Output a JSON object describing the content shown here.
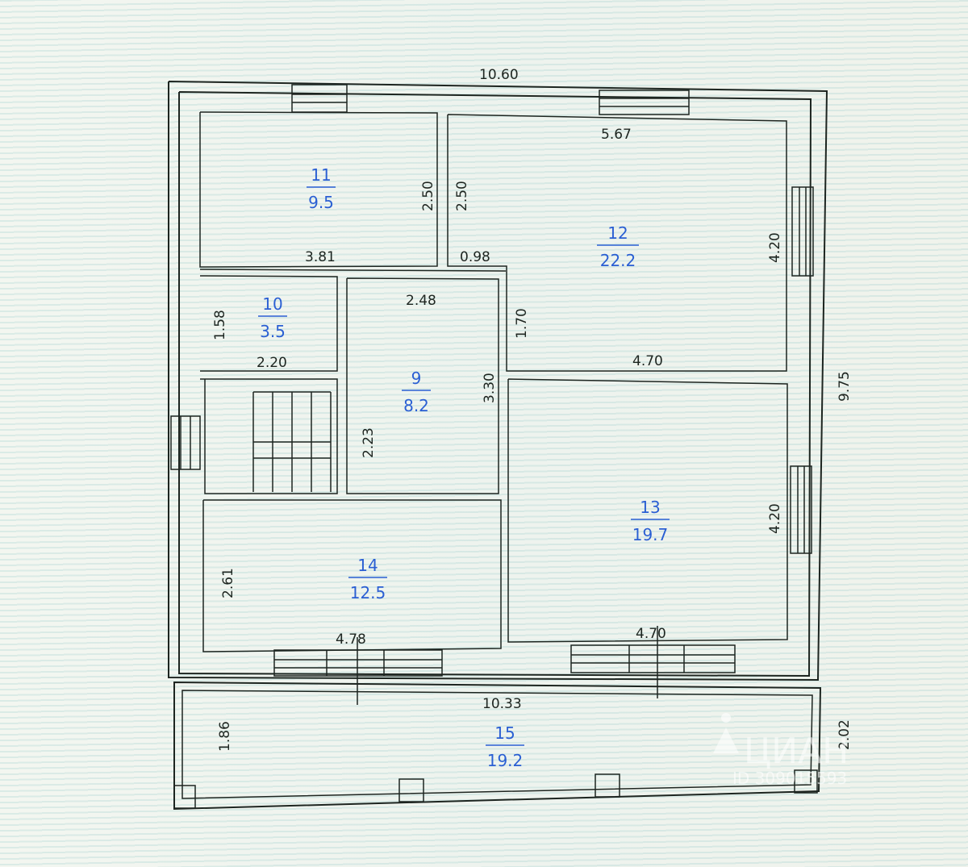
{
  "dimensions": {
    "outer_top": "10.60",
    "room12_top": "5.67",
    "room11_right_height": "2.50",
    "room12_left_height": "2.50",
    "room11_bottom": "3.81",
    "step_offset": "0.98",
    "room9_top": "2.48",
    "room10_height": "1.58",
    "room10_bottom": "2.20",
    "room12_inner_height": "1.70",
    "room12_bottom": "4.70",
    "room9_height": "3.30",
    "stairs_height": "2.23",
    "room12_window_height": "4.20",
    "outer_right": "9.75",
    "room13_window_height": "4.20",
    "room14_height": "2.61",
    "room14_bottom": "4.78",
    "room13_bottom": "4.70",
    "balcony_width": "10.33",
    "balcony_height": "1.86",
    "balcony_right_height": "2.02"
  },
  "rooms": [
    {
      "num": "11",
      "area": "9.5"
    },
    {
      "num": "12",
      "area": "22.2"
    },
    {
      "num": "10",
      "area": "3.5"
    },
    {
      "num": "9",
      "area": "8.2"
    },
    {
      "num": "13",
      "area": "19.7"
    },
    {
      "num": "14",
      "area": "12.5"
    },
    {
      "num": "15",
      "area": "19.2"
    }
  ],
  "watermark": {
    "brand": "ЦИАН",
    "id_text": "ID 309015593"
  },
  "colors": {
    "line": "#1d2520",
    "room_label": "#2a5fd3"
  }
}
